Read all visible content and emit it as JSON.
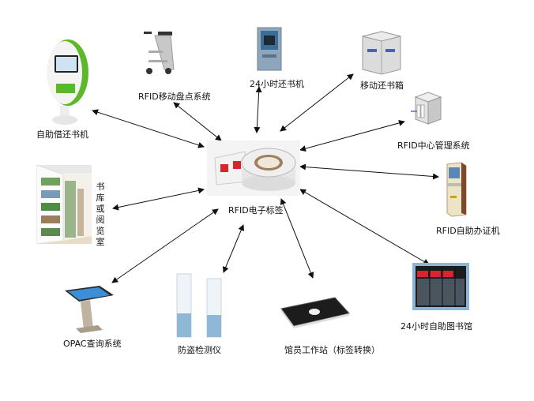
{
  "center": {
    "label": "RFID电子标签",
    "icon": "rfid-tag-roll"
  },
  "nodes": [
    {
      "id": "self-checkout",
      "label": "自助借还书机",
      "icon": "self-service-kiosk"
    },
    {
      "id": "mobile-inventory",
      "label": "RFID移动盘点系统",
      "icon": "inventory-cart"
    },
    {
      "id": "24h-return",
      "label": "24小时还书机",
      "icon": "return-machine"
    },
    {
      "id": "mobile-return-box",
      "label": "移动还书箱",
      "icon": "return-box"
    },
    {
      "id": "central-mgmt",
      "label": "RFID中心管理系统",
      "icon": "server"
    },
    {
      "id": "stacks",
      "label": "书库或阅览室",
      "icon": "bookshelf"
    },
    {
      "id": "card-issuer",
      "label": "RFID自助办证机",
      "icon": "card-kiosk"
    },
    {
      "id": "opac",
      "label": "OPAC查询系统",
      "icon": "touch-terminal"
    },
    {
      "id": "security-gate",
      "label": "防盗检测仪",
      "icon": "security-gate"
    },
    {
      "id": "workstation",
      "label": "馆员工作站（标签转换）",
      "icon": "reader-pad"
    },
    {
      "id": "24h-library",
      "label": "24小时自助图书馆",
      "icon": "kiosk-library"
    }
  ]
}
